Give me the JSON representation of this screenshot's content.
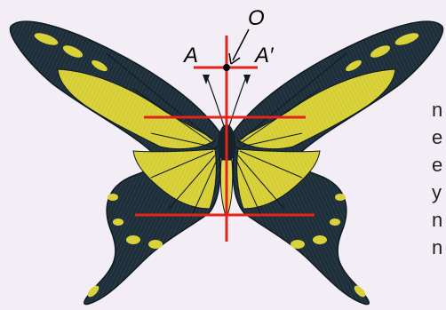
{
  "labels": {
    "center_point": "O",
    "left_point": "A",
    "right_point": "A′"
  },
  "side_letters": [
    "n",
    "e",
    "e",
    "y",
    "n",
    "n"
  ],
  "colors": {
    "background": "#f3eef6",
    "wing_dark": "#1f2f3a",
    "wing_yellow": "#d9d23a",
    "wing_yellow_light": "#e8e070",
    "body": "#17232b",
    "axis_red": "#e2241b"
  }
}
